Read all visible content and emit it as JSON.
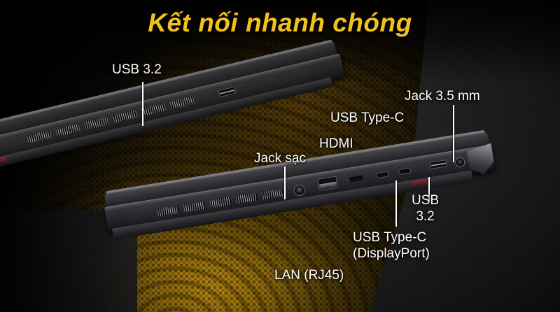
{
  "title": "Kết nối nhanh chóng",
  "colors": {
    "title": "#f2c21c",
    "label": "#ffffff",
    "glow": "#c49212",
    "background": "#080706"
  },
  "labels": [
    {
      "id": "usb-32-top",
      "text": "USB 3.2"
    },
    {
      "id": "jack-35mm",
      "text": "Jack 3.5 mm"
    },
    {
      "id": "usb-type-c",
      "text": "USB Type-C"
    },
    {
      "id": "hdmi",
      "text": "HDMI"
    },
    {
      "id": "jack-sac",
      "text": "Jack sạc"
    },
    {
      "id": "usb-32-right",
      "text": "USB\n3.2"
    },
    {
      "id": "usb-type-c-dp",
      "text": "USB Type-C\n(DisplayPort)"
    },
    {
      "id": "lan-rj45",
      "text": "LAN (RJ45)"
    }
  ],
  "devices": {
    "top_laptop": "laptop-side-profile-upper",
    "bottom_laptop": "laptop-side-profile-lower"
  },
  "ports": {
    "top": [
      "usb-a"
    ],
    "bottom": [
      "power-jack",
      "lan-rj45",
      "hdmi",
      "usb-type-c",
      "usb-type-c-displayport",
      "usb-a",
      "audio-jack-3-5mm"
    ]
  }
}
